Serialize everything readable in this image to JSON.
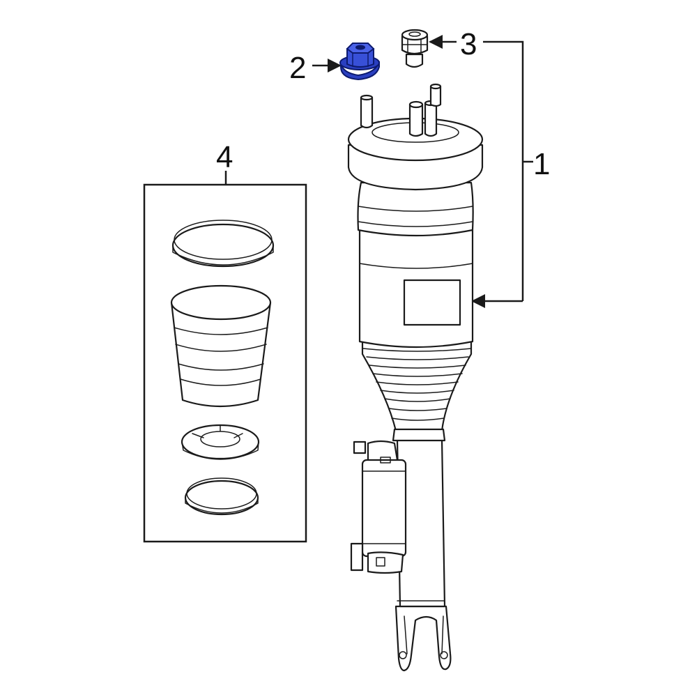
{
  "callouts": {
    "c1": "1",
    "c2": "2",
    "c3": "3",
    "c4": "4"
  },
  "colors": {
    "highlight_part": "#2a3fc0",
    "line": "#1a1a1a",
    "background": "#ffffff"
  }
}
